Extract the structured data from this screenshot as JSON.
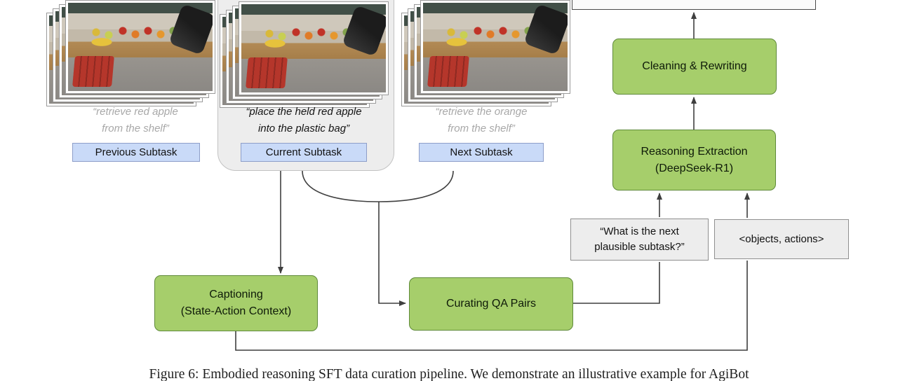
{
  "figure_caption": "Figure 6: Embodied reasoning SFT data curation pipeline. We demonstrate an illustrative example for AgiBot",
  "subtasks": {
    "previous": {
      "quote": "“retrieve red apple\nfrom the shelf”",
      "label": "Previous Subtask"
    },
    "current": {
      "quote": "“place the held red apple\ninto the plastic bag”",
      "label": "Current Subtask"
    },
    "next": {
      "quote": "“retrieve the orange\nfrom the shelf”",
      "label": "Next Subtask"
    }
  },
  "pipeline": {
    "captioning": {
      "line1": "Captioning",
      "line2": "(State-Action Context)"
    },
    "curating": {
      "label": "Curating QA Pairs"
    },
    "reasoning": {
      "line1": "Reasoning Extraction",
      "line2": "(DeepSeek-R1)"
    },
    "cleaning": {
      "label": "Cleaning & Rewriting"
    }
  },
  "notes": {
    "prompt": "“What is the next\nplausible subtask?”",
    "objects": "<objects, actions>"
  },
  "colors": {
    "green_fill": "#a6ce6b",
    "green_border": "#5f8a3a",
    "blue_fill": "#c9daf8",
    "blue_border": "#8d9ec9",
    "note_fill": "#ededed",
    "note_border": "#8f8f8f",
    "connector": "#3f3f3f"
  }
}
